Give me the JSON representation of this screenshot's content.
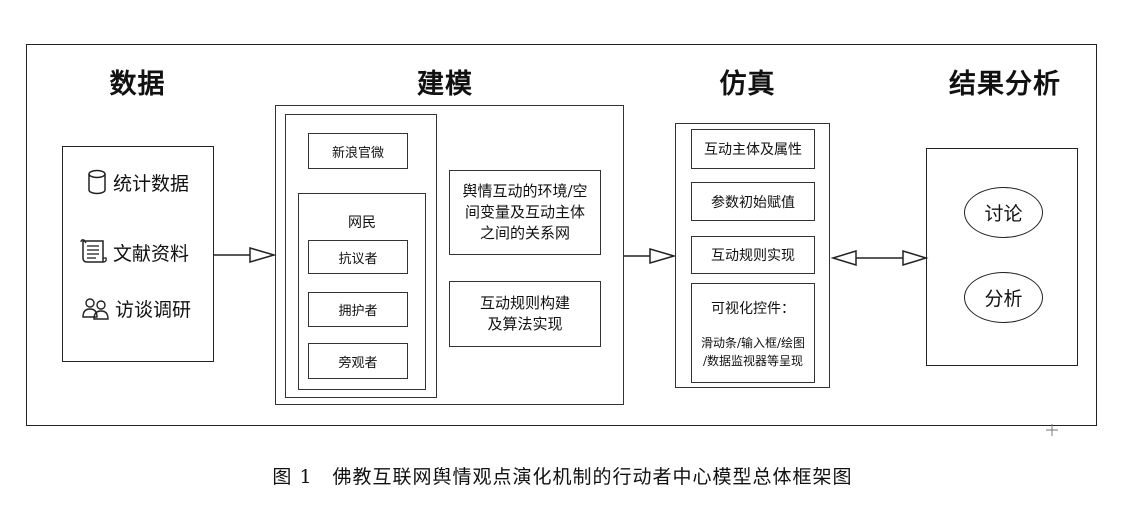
{
  "headings": {
    "data": "数据",
    "modeling": "建模",
    "simulation": "仿真",
    "results": "结果分析"
  },
  "data_sources": [
    {
      "icon": "database-icon",
      "label": "统计数据"
    },
    {
      "icon": "document-scroll-icon",
      "label": "文献资料"
    },
    {
      "icon": "people-icon",
      "label": "访谈调研"
    }
  ],
  "modeling": {
    "weibo": "新浪官微",
    "netizens_title": "网民",
    "netizen_types": [
      "抗议者",
      "拥护者",
      "旁观者"
    ],
    "env_box": [
      "舆情互动的环境/空",
      "间变量及互动主体",
      "之间的关系网"
    ],
    "rules_box": [
      "互动规则构建",
      "及算法实现"
    ]
  },
  "simulation": {
    "items": [
      "互动主体及属性",
      "参数初始赋值",
      "互动规则实现"
    ],
    "widget_title": "可视化控件：",
    "widget_desc": [
      "滑动条/输入框/绘图",
      "/数据监视器等呈现"
    ]
  },
  "results": [
    "讨论",
    "分析"
  ],
  "caption": "图 1　佛教互联网舆情观点演化机制的行动者中心模型总体框架图"
}
